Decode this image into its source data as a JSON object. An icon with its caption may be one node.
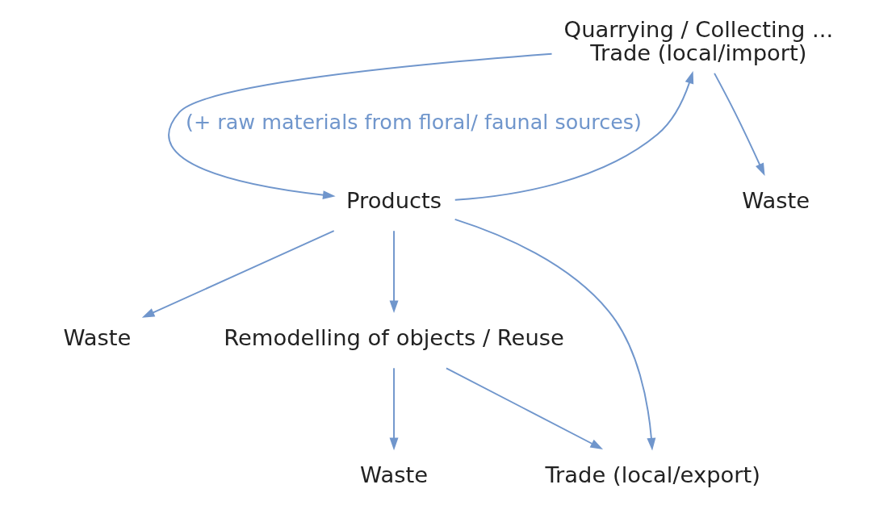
{
  "diagram": {
    "nodes": [
      {
        "text": [
          "Quarrying / Collecting ...",
          "Trade (local/import)"
        ]
      },
      {
        "text": [
          "Products"
        ]
      },
      {
        "text": [
          "Waste"
        ]
      },
      {
        "text": [
          "Waste"
        ]
      },
      {
        "text": [
          "Remodelling of objects / Reuse"
        ]
      },
      {
        "text": [
          "Waste"
        ]
      },
      {
        "text": [
          "Trade (local/export)"
        ]
      }
    ],
    "edges": [
      {
        "from": 0,
        "to": 1,
        "arrow": "to",
        "label": "(+ raw materials from floral/ faunal sources)"
      },
      {
        "from": 0,
        "to": 2,
        "arrow": "to"
      },
      {
        "from": 1,
        "to": 3,
        "arrow": "to"
      },
      {
        "from": 1,
        "to": 0,
        "arrow": "to"
      },
      {
        "from": 1,
        "to": 4,
        "arrow": "to"
      },
      {
        "from": 1,
        "to": 6,
        "arrow": "to"
      },
      {
        "from": 4,
        "to": 6,
        "arrow": "to"
      },
      {
        "from": 4,
        "to": 5,
        "arrow": "to"
      }
    ]
  }
}
